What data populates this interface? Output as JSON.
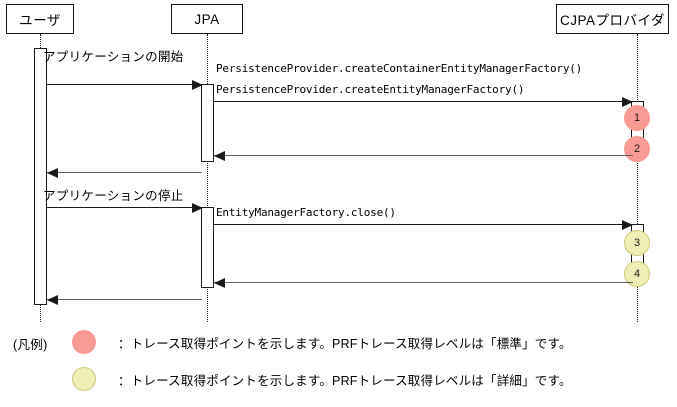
{
  "diagram": {
    "type": "sequence-diagram",
    "participants": [
      {
        "id": "user",
        "label": "ユーザ"
      },
      {
        "id": "jpa",
        "label": "JPA"
      },
      {
        "id": "cjpa",
        "label": "CJPAプロバイダ"
      }
    ],
    "messages": [
      {
        "id": "m1",
        "label": "アプリケーションの開始",
        "from": "user",
        "to": "jpa",
        "kind": "call",
        "style": "jp"
      },
      {
        "id": "m2",
        "label": "PersistenceProvider.createContainerEntityManagerFactory()",
        "from": "jpa",
        "to": "cjpa",
        "kind": "call",
        "style": "mono"
      },
      {
        "id": "m3",
        "label": "PersistenceProvider.createEntityManagerFactory()",
        "from": "jpa",
        "to": "cjpa",
        "kind": "call",
        "style": "mono"
      },
      {
        "id": "m4",
        "label": "",
        "from": "cjpa",
        "to": "jpa",
        "kind": "return",
        "style": "jp"
      },
      {
        "id": "m5",
        "label": "",
        "from": "jpa",
        "to": "user",
        "kind": "return",
        "style": "jp"
      },
      {
        "id": "m6",
        "label": "アプリケーションの停止",
        "from": "user",
        "to": "jpa",
        "kind": "call",
        "style": "jp"
      },
      {
        "id": "m7",
        "label": "EntityManagerFactory.close()",
        "from": "jpa",
        "to": "cjpa",
        "kind": "call",
        "style": "mono"
      },
      {
        "id": "m8",
        "label": "",
        "from": "cjpa",
        "to": "jpa",
        "kind": "return",
        "style": "jp"
      },
      {
        "id": "m9",
        "label": "",
        "from": "jpa",
        "to": "user",
        "kind": "return",
        "style": "jp"
      }
    ],
    "trace_points": [
      {
        "number": "1",
        "level": "standard"
      },
      {
        "number": "2",
        "level": "standard"
      },
      {
        "number": "3",
        "level": "detail"
      },
      {
        "number": "4",
        "level": "detail"
      }
    ]
  },
  "legend": {
    "title": "(凡例)",
    "rows": [
      {
        "level": "standard",
        "text": "：トレース取得ポイントを示します。PRFトレース取得レベルは「標準」です。"
      },
      {
        "level": "detail",
        "text": "：トレース取得ポイントを示します。PRFトレース取得レベルは「詳細」です。"
      }
    ]
  },
  "colors": {
    "standard_dot": "#f99b95",
    "detail_dot": "#efeeb4",
    "detail_dot_border": "#cfcb7a",
    "line": "#1a1a1a",
    "return_line": "#5e5e5e",
    "background": "#ffffff"
  }
}
